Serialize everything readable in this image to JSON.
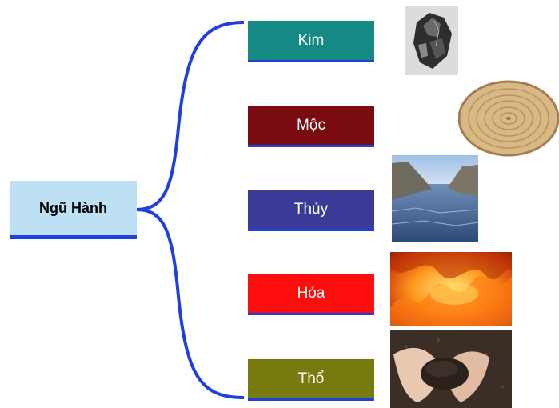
{
  "root": {
    "label": "Ngũ Hành",
    "color": "#bde0f5"
  },
  "branches": [
    {
      "id": "kim",
      "label": "Kim",
      "color": "#158a85",
      "image": "metal-ore-image"
    },
    {
      "id": "moc",
      "label": "Mộc",
      "color": "#7a0b10",
      "image": "wood-cross-section-image"
    },
    {
      "id": "thuy",
      "label": "Thủy",
      "color": "#3b3a98",
      "image": "river-image"
    },
    {
      "id": "hoa",
      "label": "Hỏa",
      "color": "#ff0d0d",
      "image": "fire-image"
    },
    {
      "id": "tho",
      "label": "Thổ",
      "color": "#777a0e",
      "image": "soil-in-hands-image"
    }
  ],
  "connector_color": "#1f3fe0"
}
